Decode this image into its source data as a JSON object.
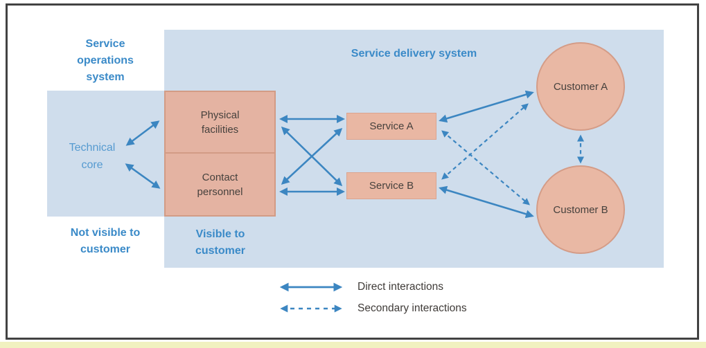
{
  "regions": {
    "service_operations": "Service operations system",
    "service_delivery": "Service delivery system",
    "technical_core": "Technical core",
    "not_visible": "Not visible to customer",
    "visible": "Visible to customer"
  },
  "nodes": {
    "physical_facilities": "Physical facilities",
    "contact_personnel": "Contact personnel",
    "service_a": "Service A",
    "service_b": "Service B",
    "customer_a": "Customer A",
    "customer_b": "Customer B"
  },
  "legend": {
    "direct": "Direct interactions",
    "secondary": "Secondary interactions"
  },
  "colors": {
    "accent_blue_text": "#3a8ac8",
    "technical_core_blue": "#559ad0",
    "light_blue_fill": "#cfddec",
    "salmon_fill": "#e4b3a2",
    "salmon_border": "#d29b85",
    "arrow_blue": "#3c86c1",
    "dark_text": "#46413d",
    "frame_border": "#424242",
    "yellow_strip": "#f1f1c0"
  }
}
